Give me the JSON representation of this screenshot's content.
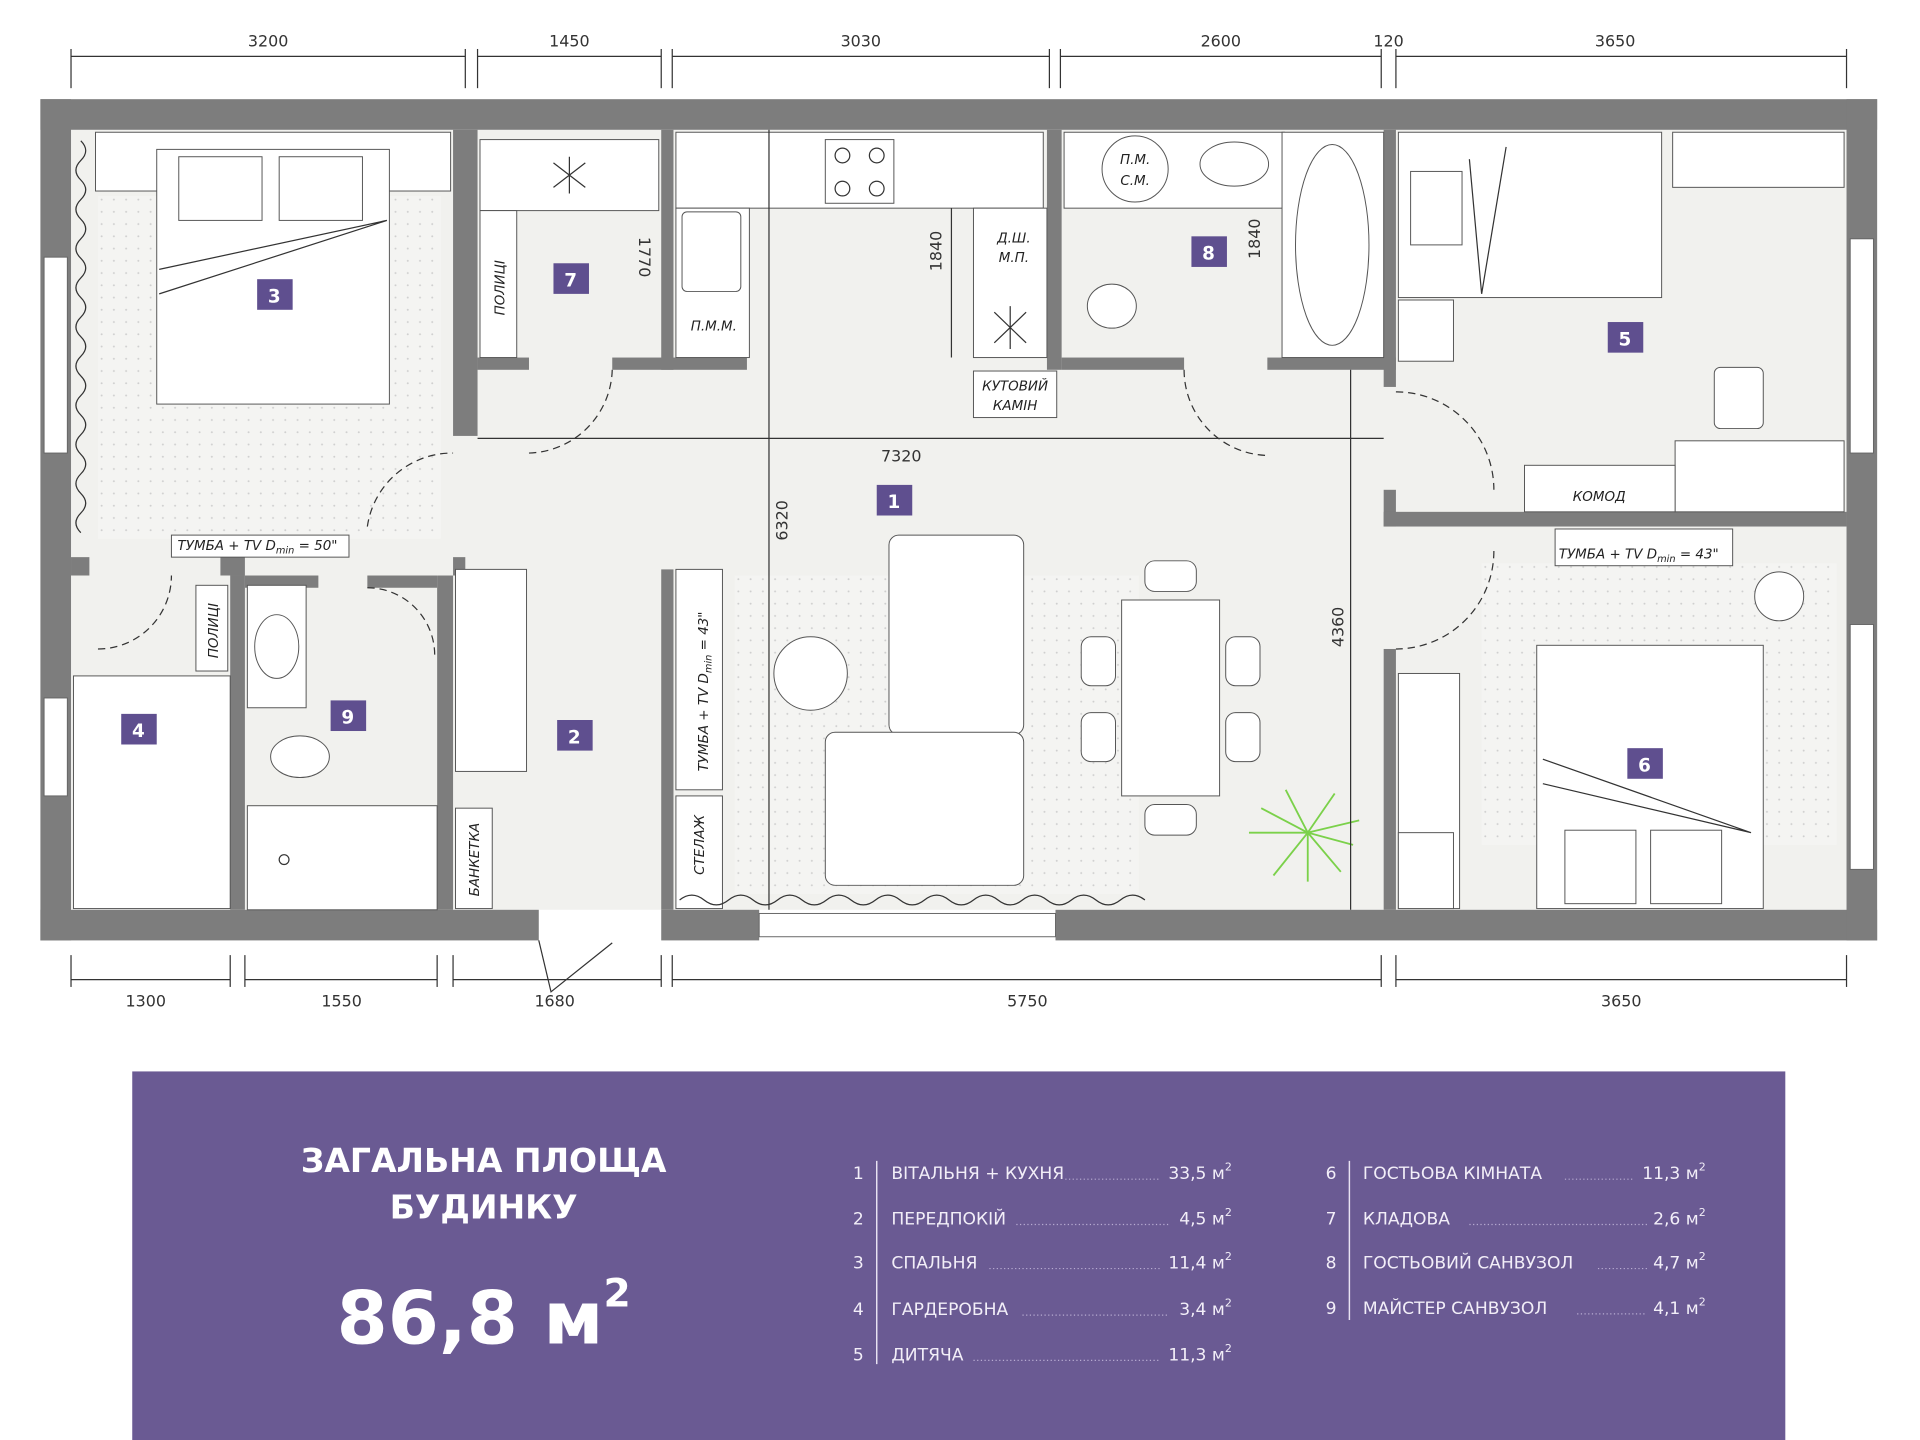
{
  "dimensions": {
    "top": [
      "3200",
      "1450",
      "3030",
      "2600",
      "120",
      "3650"
    ],
    "bottom": [
      "1300",
      "1550",
      "1680",
      "5750",
      "3650"
    ],
    "internal": {
      "living_width": "7320",
      "living_depth": "6320",
      "hall_depth": "4360",
      "kitchen_depth": "1840",
      "bath_depth": "1840",
      "storage_depth": "1770"
    }
  },
  "room_markers": [
    "1",
    "2",
    "3",
    "4",
    "5",
    "6",
    "7",
    "8",
    "9"
  ],
  "annotations": {
    "shelves": "ПОЛИЦІ",
    "dishwasher": "П.М.М.",
    "oven_line1": "Д.Ш.",
    "oven_line2": "М.П.",
    "fireplace_line1": "КУТОВИЙ",
    "fireplace_line2": "КАМІН",
    "washer_line1": "П.М.",
    "washer_line2": "С.М.",
    "dresser": "КОМОД",
    "tv_bedroom": "ТУМБА + TV D",
    "tv_sub": "min",
    "tv_bedroom_size": " = 50\"",
    "tv_guest_size": " = 43\"",
    "tv_living_size": " = 43\"",
    "rack": "СТЕЛАЖ",
    "bench": "БАНКЕТКА"
  },
  "summary": {
    "title_line1": "ЗАГАЛЬНА ПЛОЩА",
    "title_line2": "БУДИНКУ",
    "total_value": "86,8 м",
    "total_exp": "2"
  },
  "legend": [
    {
      "num": "1",
      "name": "ВІТАЛЬНЯ + КУХНЯ",
      "area": "33,5 м",
      "exp": "2"
    },
    {
      "num": "2",
      "name": "ПЕРЕДПОКІЙ",
      "area": "4,5 м",
      "exp": "2"
    },
    {
      "num": "3",
      "name": "СПАЛЬНЯ",
      "area": "11,4 м",
      "exp": "2"
    },
    {
      "num": "4",
      "name": "ГАРДЕРОБНА",
      "area": "3,4 м",
      "exp": "2"
    },
    {
      "num": "5",
      "name": "ДИТЯЧА",
      "area": "11,3 м",
      "exp": "2"
    },
    {
      "num": "6",
      "name": "ГОСТЬОВА КІМНАТА",
      "area": "11,3 м",
      "exp": "2"
    },
    {
      "num": "7",
      "name": "КЛАДОВА",
      "area": "2,6 м",
      "exp": "2"
    },
    {
      "num": "8",
      "name": "ГОСТЬОВИЙ САНВУЗОЛ",
      "area": "4,7 м",
      "exp": "2"
    },
    {
      "num": "9",
      "name": "МАЙСТЕР САНВУЗОЛ",
      "area": "4,1 м",
      "exp": "2"
    }
  ],
  "colors": {
    "panel": "#6a5a93",
    "badge": "#5f4f8f",
    "wall": "#7d7d7d",
    "floor": "#f1f1ee",
    "plant": "#7bd14a"
  }
}
